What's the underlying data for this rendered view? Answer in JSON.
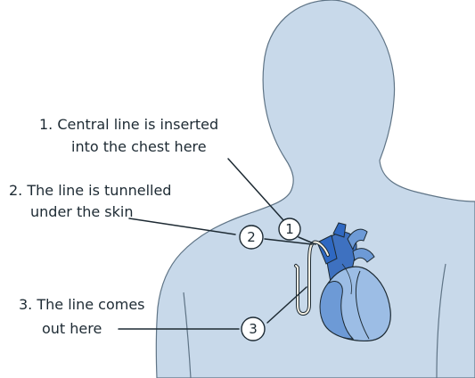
{
  "labels": [
    {
      "line1": "1. Central line is inserted",
      "line2": "into the chest here"
    },
    {
      "line1": "2. The line is tunnelled",
      "line2": "under the skin"
    },
    {
      "line1": "3. The line comes",
      "line2": "out here"
    }
  ],
  "markers": [
    "1",
    "2",
    "3"
  ],
  "colors": {
    "body_fill": "#c8d9ea",
    "body_stroke": "#5f7486",
    "heart_light": "#9cbde5",
    "heart_mid": "#6d9ad6",
    "heart_dark": "#3e71c0",
    "vessel": "#2f68c2",
    "outline": "#1d2a33",
    "catheter": "#f4f0e4"
  }
}
